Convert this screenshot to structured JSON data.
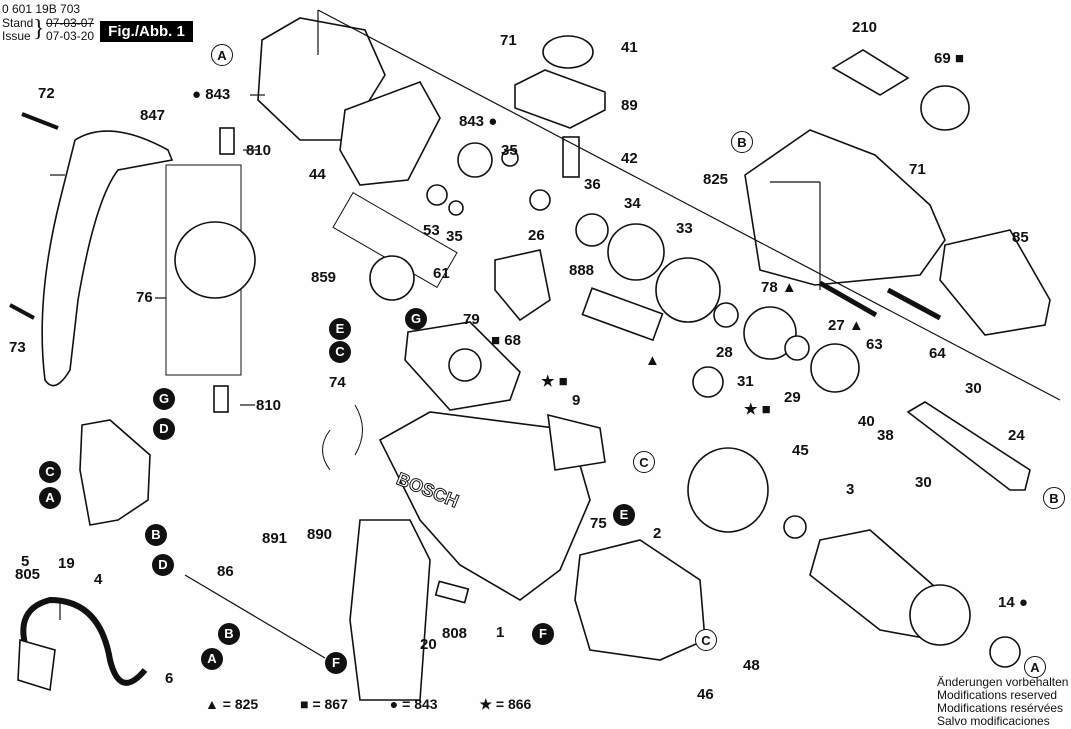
{
  "header": {
    "part_number": "0 601 19B 703",
    "stand_label": "Stand",
    "issue_label": "Issue",
    "old_date": "07-03-07",
    "new_date": "07-03-20",
    "figure_label": "Fig./Abb. 1"
  },
  "parts": [
    {
      "id": "72",
      "label": "72"
    },
    {
      "id": "847",
      "label": "847"
    },
    {
      "id": "73",
      "label": "73"
    },
    {
      "id": "843a",
      "label": "● 843"
    },
    {
      "id": "810a",
      "label": "810"
    },
    {
      "id": "76",
      "label": "76"
    },
    {
      "id": "810b",
      "label": "810"
    },
    {
      "id": "44",
      "label": "44"
    },
    {
      "id": "843b",
      "label": "843 ●"
    },
    {
      "id": "35a",
      "label": "35"
    },
    {
      "id": "53",
      "label": "53"
    },
    {
      "id": "35b",
      "label": "35"
    },
    {
      "id": "26",
      "label": "26"
    },
    {
      "id": "36",
      "label": "36"
    },
    {
      "id": "34",
      "label": "34"
    },
    {
      "id": "33",
      "label": "33"
    },
    {
      "id": "71a",
      "label": "71"
    },
    {
      "id": "41",
      "label": "41"
    },
    {
      "id": "89",
      "label": "89"
    },
    {
      "id": "42",
      "label": "42"
    },
    {
      "id": "210",
      "label": "210"
    },
    {
      "id": "69",
      "label": "69 ■"
    },
    {
      "id": "71b",
      "label": "71"
    },
    {
      "id": "825",
      "label": "825"
    },
    {
      "id": "85",
      "label": "85"
    },
    {
      "id": "859",
      "label": "859"
    },
    {
      "id": "61",
      "label": "61"
    },
    {
      "id": "888",
      "label": "888"
    },
    {
      "id": "79",
      "label": "79"
    },
    {
      "id": "68",
      "label": "■ 68"
    },
    {
      "id": "78",
      "label": "78 ▲"
    },
    {
      "id": "27",
      "label": "27 ▲"
    },
    {
      "id": "63",
      "label": "63"
    },
    {
      "id": "64",
      "label": "64"
    },
    {
      "id": "28",
      "label": "28"
    },
    {
      "id": "29",
      "label": "29"
    },
    {
      "id": "31",
      "label": "31"
    },
    {
      "id": "40",
      "label": "40"
    },
    {
      "id": "38",
      "label": "38"
    },
    {
      "id": "30a",
      "label": "30"
    },
    {
      "id": "24",
      "label": "24"
    },
    {
      "id": "30b",
      "label": "30"
    },
    {
      "id": "74",
      "label": "74"
    },
    {
      "id": "9",
      "label": "9"
    },
    {
      "id": "45",
      "label": "45"
    },
    {
      "id": "3",
      "label": "3"
    },
    {
      "id": "19",
      "label": "19"
    },
    {
      "id": "4",
      "label": "4"
    },
    {
      "id": "5",
      "label": "5"
    },
    {
      "id": "805",
      "label": "805"
    },
    {
      "id": "86",
      "label": "86"
    },
    {
      "id": "6",
      "label": "6"
    },
    {
      "id": "891",
      "label": "891"
    },
    {
      "id": "890",
      "label": "890"
    },
    {
      "id": "75",
      "label": "75"
    },
    {
      "id": "2",
      "label": "2"
    },
    {
      "id": "20",
      "label": "20"
    },
    {
      "id": "808",
      "label": "808"
    },
    {
      "id": "1",
      "label": "1"
    },
    {
      "id": "48",
      "label": "48"
    },
    {
      "id": "46",
      "label": "46"
    },
    {
      "id": "14",
      "label": "14 ●"
    },
    {
      "id": "star_sq_a",
      "label": "★ ■"
    },
    {
      "id": "star_sq_b",
      "label": "★ ■"
    },
    {
      "id": "tri",
      "label": "▲"
    }
  ],
  "connectors": {
    "A": "A",
    "B": "B",
    "C": "C",
    "D": "D",
    "E": "E",
    "F": "F",
    "G": "G"
  },
  "housing_brand": "BOSCH",
  "legend": [
    {
      "symbol": "▲",
      "code": "= 825"
    },
    {
      "symbol": "■",
      "code": "= 867"
    },
    {
      "symbol": "●",
      "code": "= 843"
    },
    {
      "symbol": "★",
      "code": "= 866"
    }
  ],
  "notice": [
    "Änderungen vorbehalten",
    "Modifications reserved",
    "Modifications resérvées",
    "Salvo modificaciones"
  ]
}
